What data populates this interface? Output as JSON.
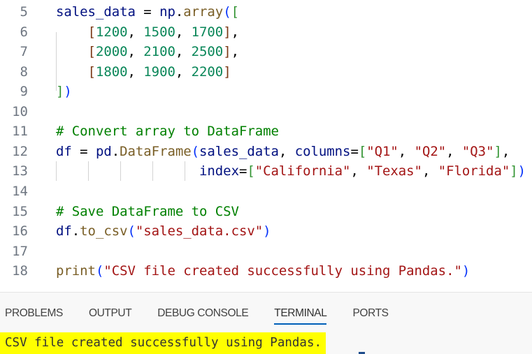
{
  "editor": {
    "lines": [
      {
        "num": "5",
        "tokens": [
          [
            "sales_data",
            "var"
          ],
          [
            " = ",
            "op"
          ],
          [
            "np",
            "var"
          ],
          [
            ".",
            "op"
          ],
          [
            "array",
            "fn"
          ],
          [
            "(",
            "b1"
          ],
          [
            "[",
            "b2"
          ]
        ]
      },
      {
        "num": "6",
        "tokens": [
          [
            "    ",
            "op"
          ],
          [
            "[",
            "b3"
          ],
          [
            "1200",
            "num"
          ],
          [
            ", ",
            "op"
          ],
          [
            "1500",
            "num"
          ],
          [
            ", ",
            "op"
          ],
          [
            "1700",
            "num"
          ],
          [
            "]",
            "b3"
          ],
          [
            ",",
            "op"
          ]
        ]
      },
      {
        "num": "7",
        "tokens": [
          [
            "    ",
            "op"
          ],
          [
            "[",
            "b3"
          ],
          [
            "2000",
            "num"
          ],
          [
            ", ",
            "op"
          ],
          [
            "2100",
            "num"
          ],
          [
            ", ",
            "op"
          ],
          [
            "2500",
            "num"
          ],
          [
            "]",
            "b3"
          ],
          [
            ",",
            "op"
          ]
        ]
      },
      {
        "num": "8",
        "tokens": [
          [
            "    ",
            "op"
          ],
          [
            "[",
            "b3"
          ],
          [
            "1800",
            "num"
          ],
          [
            ", ",
            "op"
          ],
          [
            "1900",
            "num"
          ],
          [
            ", ",
            "op"
          ],
          [
            "2200",
            "num"
          ],
          [
            "]",
            "b3"
          ]
        ]
      },
      {
        "num": "9",
        "tokens": [
          [
            "]",
            "b2"
          ],
          [
            ")",
            "b1"
          ]
        ]
      },
      {
        "num": "10",
        "tokens": []
      },
      {
        "num": "11",
        "tokens": [
          [
            "# Convert array to DataFrame",
            "cm"
          ]
        ]
      },
      {
        "num": "12",
        "tokens": [
          [
            "df",
            "var"
          ],
          [
            " = ",
            "op"
          ],
          [
            "pd",
            "var"
          ],
          [
            ".",
            "op"
          ],
          [
            "DataFrame",
            "fn"
          ],
          [
            "(",
            "b1"
          ],
          [
            "sales_data",
            "var"
          ],
          [
            ", ",
            "op"
          ],
          [
            "columns",
            "var"
          ],
          [
            "=",
            "op"
          ],
          [
            "[",
            "b2"
          ],
          [
            "\"Q1\"",
            "str"
          ],
          [
            ", ",
            "op"
          ],
          [
            "\"Q2\"",
            "str"
          ],
          [
            ", ",
            "op"
          ],
          [
            "\"Q3\"",
            "str"
          ],
          [
            "]",
            "b2"
          ],
          [
            ",",
            "op"
          ]
        ]
      },
      {
        "num": "13",
        "tokens": [
          [
            "                  ",
            "op"
          ],
          [
            "index",
            "var"
          ],
          [
            "=",
            "op"
          ],
          [
            "[",
            "b2"
          ],
          [
            "\"California\"",
            "str"
          ],
          [
            ", ",
            "op"
          ],
          [
            "\"Texas\"",
            "str"
          ],
          [
            ", ",
            "op"
          ],
          [
            "\"Florida\"",
            "str"
          ],
          [
            "]",
            "b2"
          ],
          [
            ")",
            "b1"
          ]
        ]
      },
      {
        "num": "14",
        "tokens": []
      },
      {
        "num": "15",
        "tokens": [
          [
            "# Save DataFrame to CSV",
            "cm"
          ]
        ]
      },
      {
        "num": "16",
        "tokens": [
          [
            "df",
            "var"
          ],
          [
            ".",
            "op"
          ],
          [
            "to_csv",
            "fn"
          ],
          [
            "(",
            "b1"
          ],
          [
            "\"sales_data.csv\"",
            "str"
          ],
          [
            ")",
            "b1"
          ]
        ]
      },
      {
        "num": "17",
        "tokens": []
      },
      {
        "num": "18",
        "tokens": [
          [
            "print",
            "fn"
          ],
          [
            "(",
            "b1"
          ],
          [
            "\"CSV file created successfully using Pandas.\"",
            "str"
          ],
          [
            ")",
            "b1"
          ]
        ]
      }
    ]
  },
  "panel": {
    "tabs": [
      "PROBLEMS",
      "OUTPUT",
      "DEBUG CONSOLE",
      "TERMINAL",
      "PORTS"
    ],
    "active_tab": "TERMINAL",
    "terminal_output": "CSV file created successfully using Pandas."
  },
  "colors": {
    "highlight": "#ffff00",
    "tab_underline": "#005fb8"
  }
}
